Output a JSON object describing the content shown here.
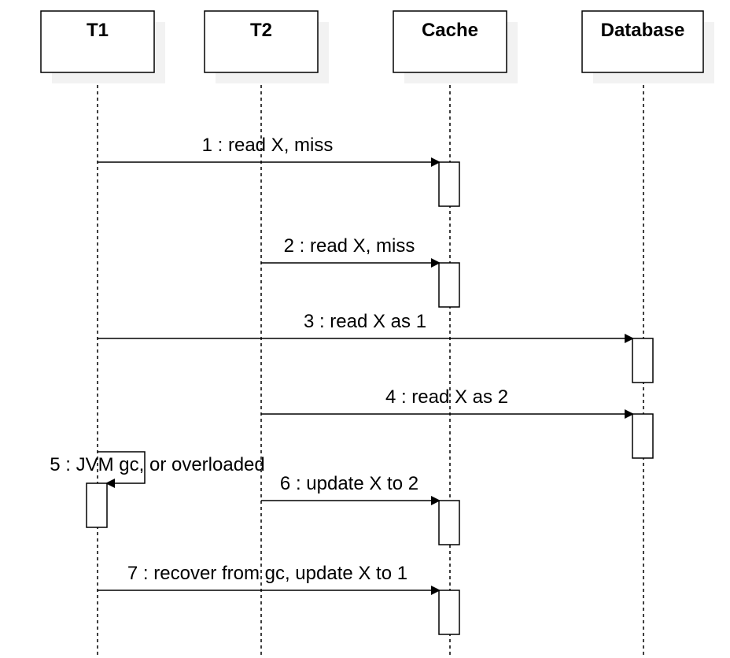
{
  "colors": {
    "stroke": "#000000",
    "shadow": "#f2f2f2",
    "fill": "#ffffff",
    "text": "#000000"
  },
  "actors": [
    {
      "id": "t1",
      "label": "T1"
    },
    {
      "id": "t2",
      "label": "T2"
    },
    {
      "id": "cache",
      "label": "Cache"
    },
    {
      "id": "database",
      "label": "Database"
    }
  ],
  "messages": [
    {
      "num": 1,
      "from": "t1",
      "to": "cache",
      "label": "1 : read X, miss"
    },
    {
      "num": 2,
      "from": "t2",
      "to": "cache",
      "label": "2 : read X, miss"
    },
    {
      "num": 3,
      "from": "t1",
      "to": "database",
      "label": "3 : read X as 1"
    },
    {
      "num": 4,
      "from": "t2",
      "to": "database",
      "label": "4 : read X as 2"
    },
    {
      "num": 5,
      "from": "t1",
      "to": "t1",
      "self": true,
      "label": "5 : JVM gc, or overloaded"
    },
    {
      "num": 6,
      "from": "t2",
      "to": "cache",
      "label": "6 : update X to 2"
    },
    {
      "num": 7,
      "from": "t1",
      "to": "cache",
      "label": "7 : recover from gc, update X to 1"
    }
  ]
}
